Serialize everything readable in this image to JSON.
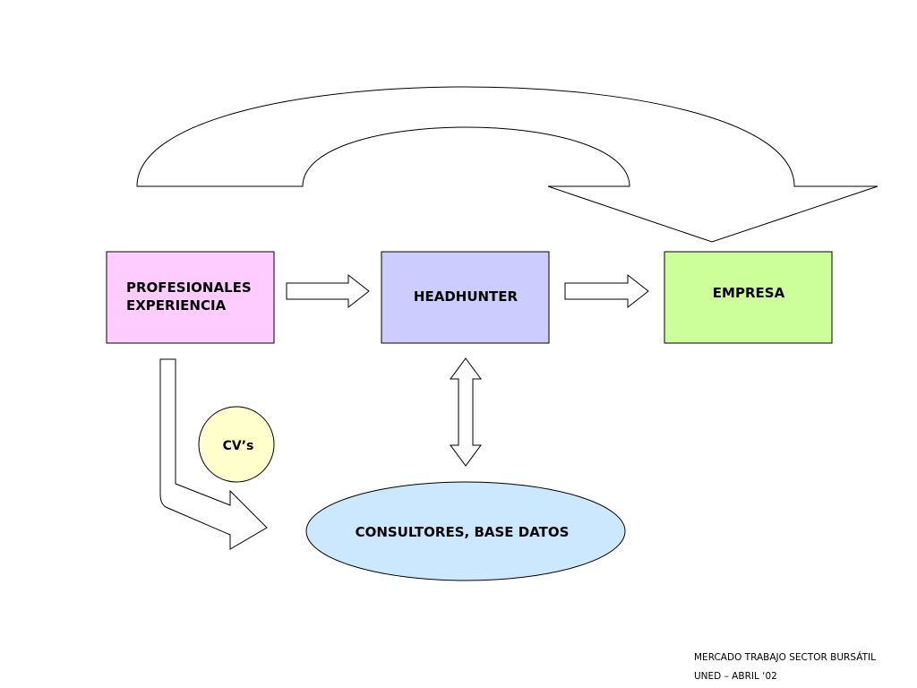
{
  "nodes": {
    "profesionales": {
      "line1": "PROFESIONALES",
      "line2": "EXPERIENCIA",
      "fill": "#FFCCFF"
    },
    "headhunter": {
      "label": "HEADHUNTER",
      "fill": "#CCCCFF"
    },
    "empresa": {
      "label": "EMPRESA",
      "fill": "#CCFF99"
    },
    "cvs": {
      "label": "CV’s",
      "fill": "#FFFFCC"
    },
    "consultores": {
      "label": "CONSULTORES, BASE DATOS",
      "fill": "#CCE8FF"
    }
  },
  "footer": {
    "line1": "MERCADO TRABAJO SECTOR BURSÁTIL",
    "line2": "UNED – ABRIL ‘02"
  }
}
